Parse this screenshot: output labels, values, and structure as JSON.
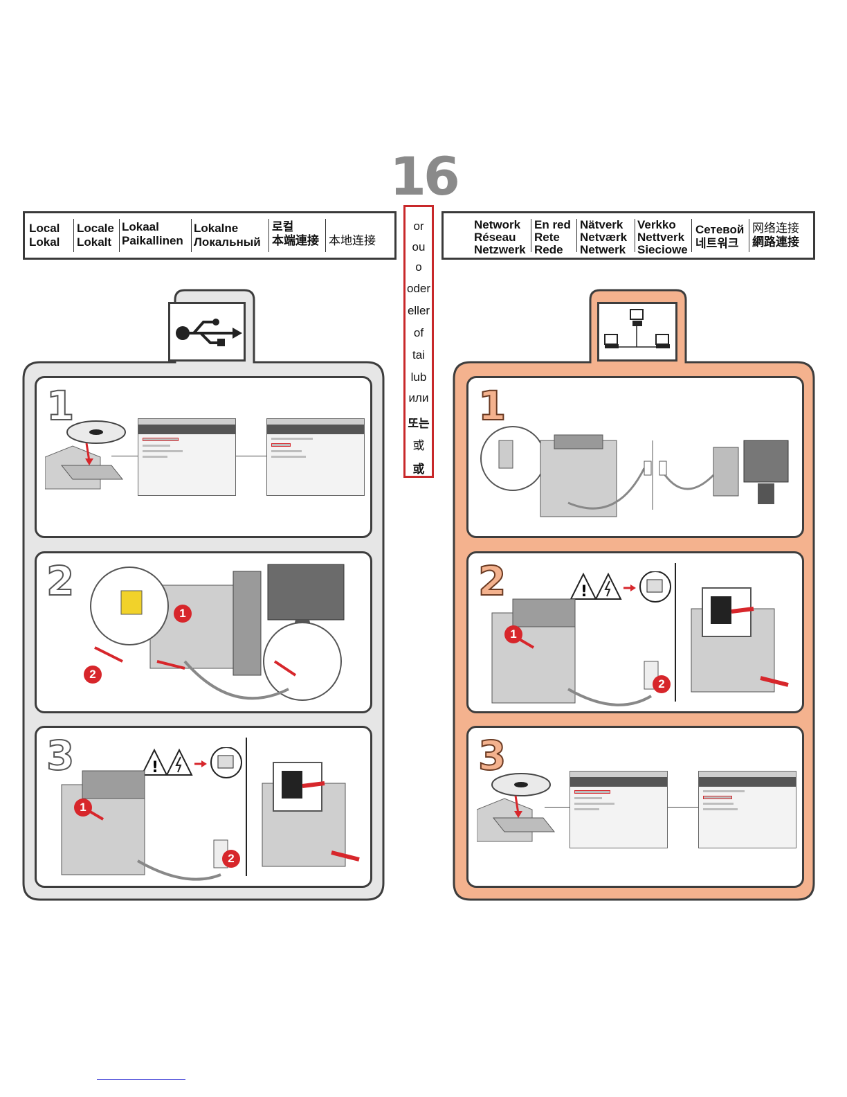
{
  "page_number": "16",
  "local_header": {
    "columns": [
      {
        "lines": [
          "Local",
          "Lokal"
        ]
      },
      {
        "lines": [
          "Locale",
          "Lokalt"
        ]
      },
      {
        "lines": [
          "Lokaal",
          "Paikallinen"
        ]
      },
      {
        "lines": [
          "Lokalne",
          "Локальный"
        ]
      },
      {
        "lines": [
          "로컬",
          "本端連接"
        ]
      },
      {
        "lines": [
          "本地连接"
        ]
      }
    ]
  },
  "or_words": [
    "or",
    "ou",
    "o",
    "oder",
    "eller",
    "of",
    "tai",
    "lub",
    "или",
    "또는",
    "或",
    "或"
  ],
  "network_header": {
    "columns": [
      {
        "lines": [
          "Network",
          "Réseau",
          "Netzwerk"
        ]
      },
      {
        "lines": [
          "En red",
          "Rete",
          "Rede"
        ]
      },
      {
        "lines": [
          "Nätverk",
          "Netværk",
          "Netwerk"
        ]
      },
      {
        "lines": [
          "Verkko",
          "Nettverk",
          "Sieciowe"
        ]
      },
      {
        "lines": [
          "Сетевой",
          "네트워크"
        ]
      },
      {
        "lines": [
          "网络连接",
          "網路連接"
        ]
      }
    ]
  },
  "usb_steps": [
    "1",
    "2",
    "3"
  ],
  "network_steps": [
    "1",
    "2",
    "3"
  ],
  "callouts": {
    "one": "1",
    "two": "2"
  },
  "colors": {
    "local_panel": "#e6e6e6",
    "network_panel": "#f4b28e",
    "or_border": "#c8282a",
    "callout": "#d7262b"
  },
  "icons": {
    "usb": "usb-icon",
    "network": "network-computers-icon"
  }
}
